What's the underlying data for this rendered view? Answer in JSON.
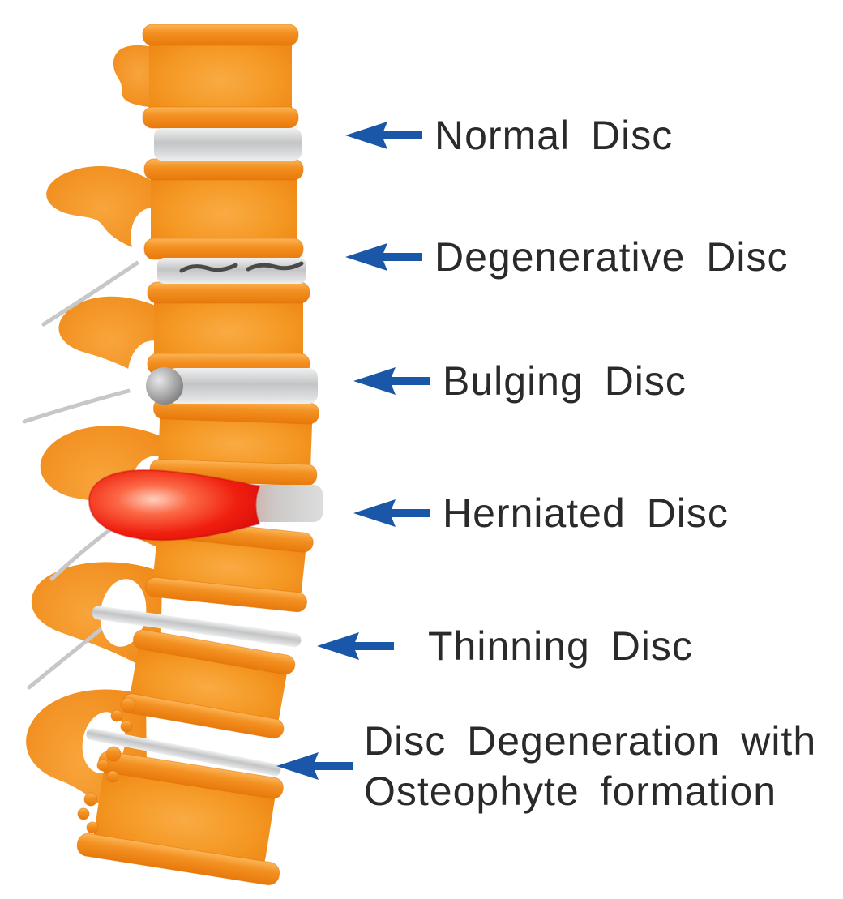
{
  "diagram": {
    "title_hidden": "",
    "annotations": [
      {
        "label": "Normal Disc"
      },
      {
        "label": "Degenerative Disc"
      },
      {
        "label": "Bulging Disc"
      },
      {
        "label": "Herniated Disc"
      },
      {
        "label": "Thinning Disc"
      },
      {
        "label": "Disc Degeneration with",
        "label2": "Osteophyte formation"
      }
    ],
    "colors": {
      "arrow_blue": "#1B57A8",
      "bone_orange": "#F29322",
      "bone_orange_light": "#F9AB43",
      "bone_orange_dark": "#EC7F0F",
      "disc_gray": "#C6C8CA",
      "hernia_red": "#EE1C0C",
      "bulge_gray": "#8F8F8F",
      "crack_dark": "#4A4A4A",
      "label_text": "#2A2A2A"
    }
  }
}
